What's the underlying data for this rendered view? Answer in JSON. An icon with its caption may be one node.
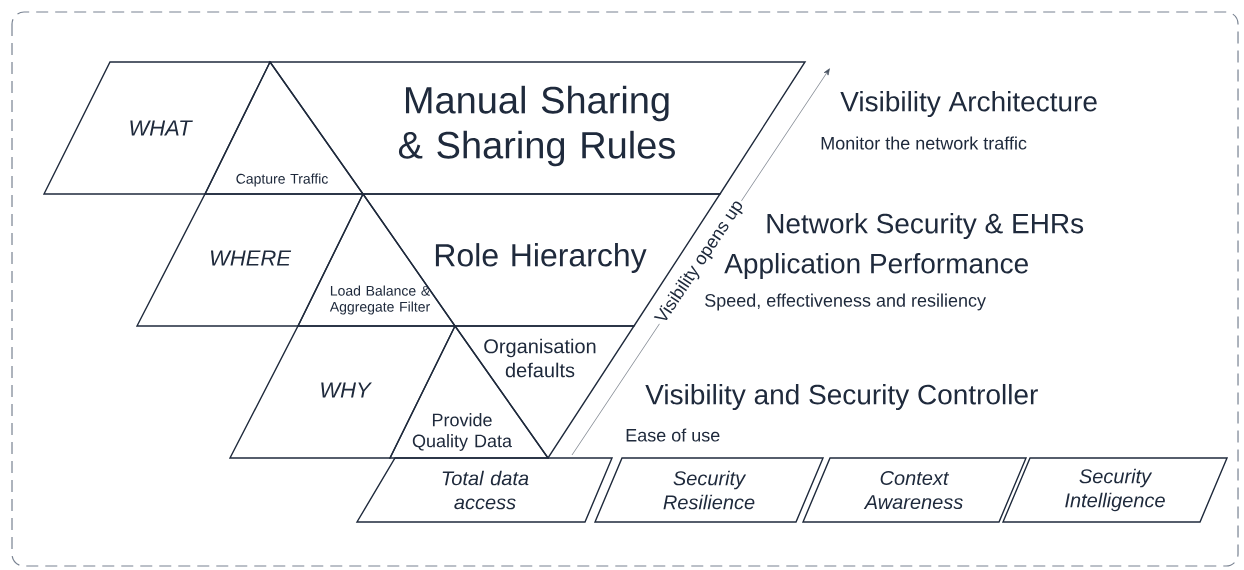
{
  "diagram": {
    "nodes": [
      {
        "text": [
          "WHAT"
        ]
      },
      {
        "text": [
          "Capture Traffic"
        ]
      },
      {
        "text": [
          "Manual Sharing & Sharing Rules"
        ]
      },
      {
        "text": [
          "WHERE"
        ]
      },
      {
        "text": [
          "Load Balance & Aggregate Filter"
        ]
      },
      {
        "text": [
          "Role Hierarchy"
        ]
      },
      {
        "text": [
          "WHY"
        ]
      },
      {
        "text": [
          "Organisation defaults"
        ]
      },
      {
        "text": [
          "Provide Quality Data"
        ]
      },
      {
        "text": [
          "Total data access"
        ]
      },
      {
        "text": [
          "Security Resilience"
        ]
      },
      {
        "text": [
          "Context Awareness"
        ]
      },
      {
        "text": [
          "Security Intelligence"
        ]
      }
    ],
    "edges": [],
    "labels": [
      "Visibility Architecture",
      "Monitor the network traffic",
      "Visibility opens up",
      "Network Security & EHRs",
      "Application Performance",
      "Speed, effectiveness and resiliency",
      "Visibility and Security Controller",
      "Ease of use"
    ]
  }
}
